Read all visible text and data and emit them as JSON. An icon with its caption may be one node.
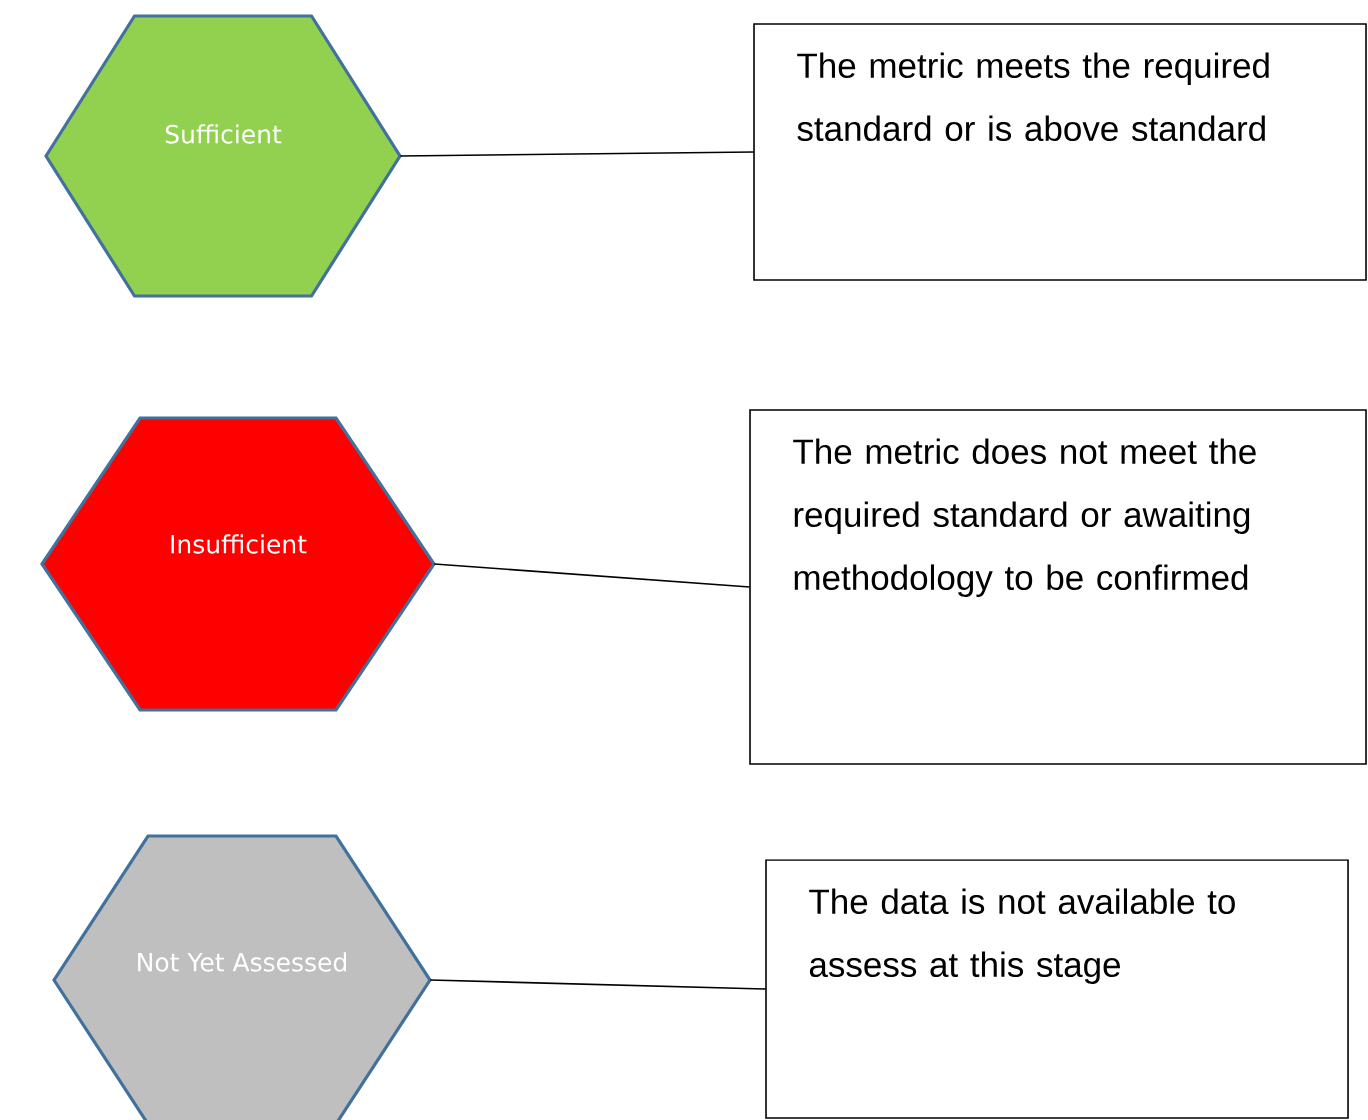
{
  "diagram": {
    "nodes": [
      {
        "text": [
          "Sufficient"
        ]
      },
      {
        "text": [
          "The metric meets the required standard or is above standard"
        ]
      },
      {
        "text": [
          "Insufficient"
        ]
      },
      {
        "text": [
          "The metric does not meet the required standard or awaiting methodology to be confirmed"
        ]
      },
      {
        "text": [
          "Not Yet Assessed"
        ]
      },
      {
        "text": [
          "The data is not available to assess at this stage"
        ]
      }
    ],
    "edges": [
      {
        "from": 0,
        "to": 1,
        "arrow": "none"
      },
      {
        "from": 2,
        "to": 3,
        "arrow": "none"
      },
      {
        "from": 4,
        "to": 5,
        "arrow": "none"
      }
    ]
  }
}
